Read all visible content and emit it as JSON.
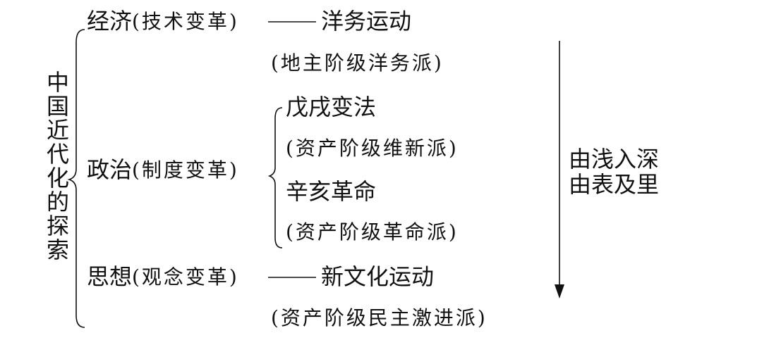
{
  "root": {
    "title_chars": [
      "中",
      "国",
      "近",
      "代",
      "化",
      "的",
      "探",
      "索"
    ]
  },
  "economy": {
    "label": "经济",
    "sub": "(技术变革)",
    "dash": "——",
    "movement": "洋务运动",
    "class": "(地主阶级洋务派)"
  },
  "politics": {
    "label": "政治",
    "sub": "(制度变革)",
    "items": [
      {
        "name": "戊戌变法",
        "class": "(资产阶级维新派)"
      },
      {
        "name": "辛亥革命",
        "class": "(资产阶级革命派)"
      }
    ]
  },
  "thought": {
    "label": "思想",
    "sub": "(观念变革)",
    "dash": "——",
    "movement": "新文化运动",
    "class": "(资产阶级民主激进派)"
  },
  "direction": {
    "lines": [
      "由浅入深",
      "由表及里"
    ]
  }
}
